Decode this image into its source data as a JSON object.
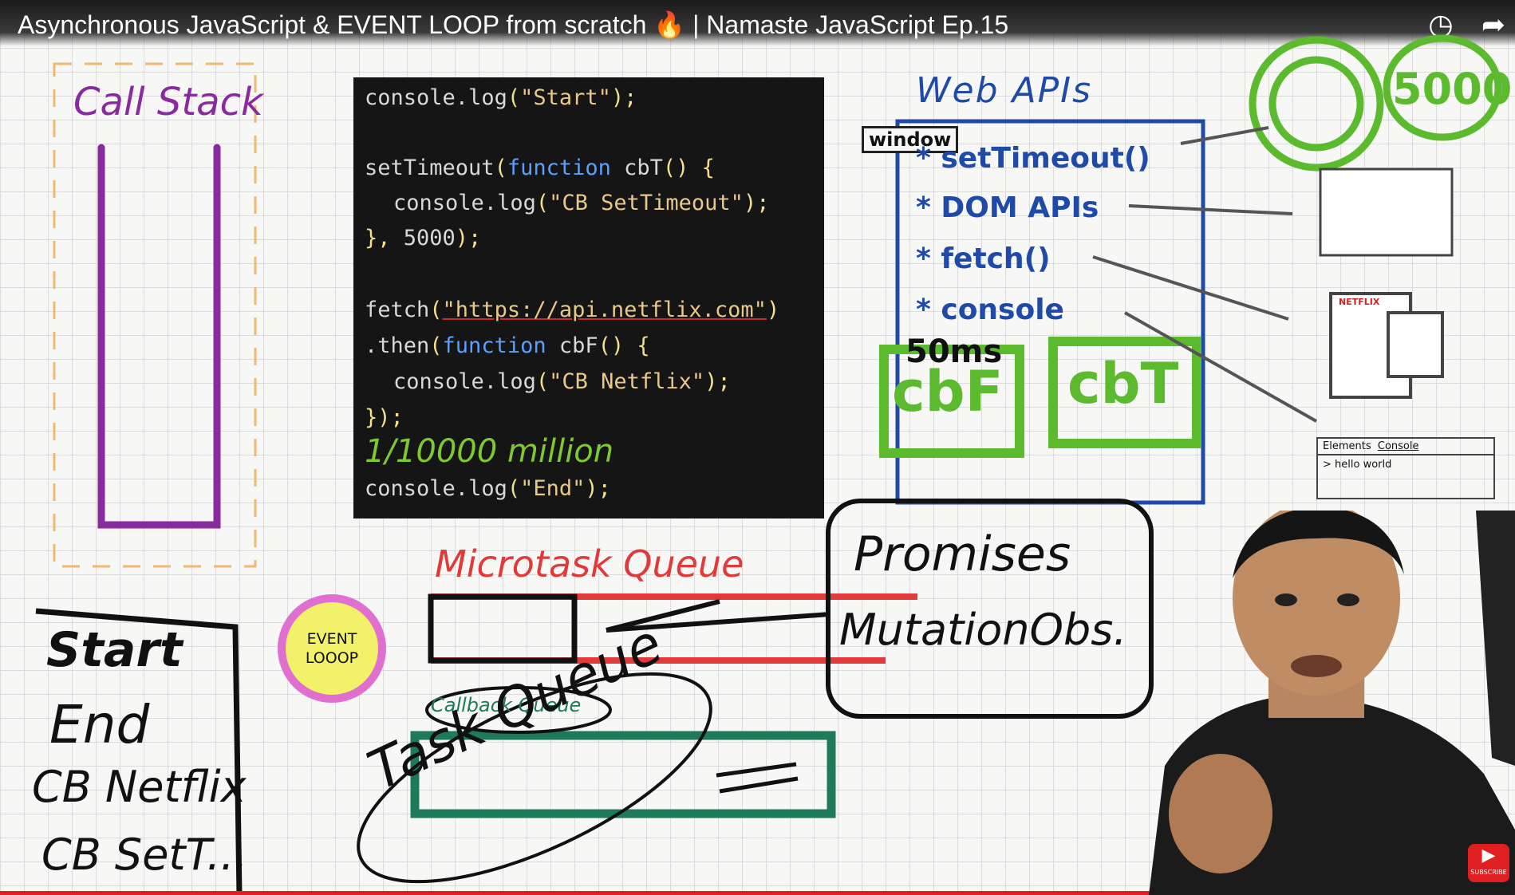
{
  "video": {
    "title": "Asynchronous JavaScript & EVENT LOOP from scratch 🔥 | Namaste JavaScript Ep.15",
    "watch_later_icon": "clock-icon",
    "share_icon": "share-arrow-icon",
    "subscribe_badge": "SUBSCRIBE"
  },
  "whiteboard": {
    "call_stack_title": "Call Stack",
    "web_apis_title": "Web APIs",
    "window_label": "window",
    "web_apis": [
      "* setTimeout()",
      "* DOM APIs",
      "* fetch()",
      "* console"
    ],
    "timer_note": "5000",
    "soms_note": "50ms",
    "cbF": "cbF",
    "cbT": "cbT",
    "microtask_title": "Microtask Queue",
    "callback_title": "Callback Queue",
    "task_queue_note": "Task Queue",
    "promises_note": "Promises",
    "mutation_note": "MutationObs.",
    "million_note": "1/10000 million",
    "event_loop": [
      "EVENT",
      "LOOOP"
    ],
    "console_output": [
      "Start",
      "End",
      "CB Netflix",
      "CB SetT..."
    ],
    "devtools": {
      "tabs": [
        "Elements",
        "Console"
      ],
      "line": "> hello world"
    },
    "netflix_label": "NETFLIX"
  },
  "code": {
    "line1": [
      "console",
      ".",
      "log",
      "(",
      "\"Start\"",
      ");"
    ],
    "line2": [
      "setTimeout",
      "(",
      "function",
      " cbT",
      "()",
      " {"
    ],
    "line3": [
      "console",
      ".",
      "log",
      "(",
      "\"CB SetTimeout\"",
      ");"
    ],
    "line4": [
      "},",
      " 5000",
      ");"
    ],
    "line5": [
      "fetch",
      "(",
      "\"https://api.netflix.com\"",
      ")"
    ],
    "line6": [
      ".then",
      "(",
      "function",
      " cbF",
      "()",
      " {"
    ],
    "line7": [
      "console",
      ".",
      "log",
      "(",
      "\"CB Netflix\"",
      ");"
    ],
    "line8": [
      "});"
    ],
    "line9": [
      "console",
      ".",
      "log",
      "(",
      "\"End\"",
      ");"
    ]
  },
  "colors": {
    "purple": "#8a2aa0",
    "blue": "#1f4aa8",
    "green": "#5cba2e",
    "red": "#e03a3a",
    "teal": "#1f7a5a"
  }
}
